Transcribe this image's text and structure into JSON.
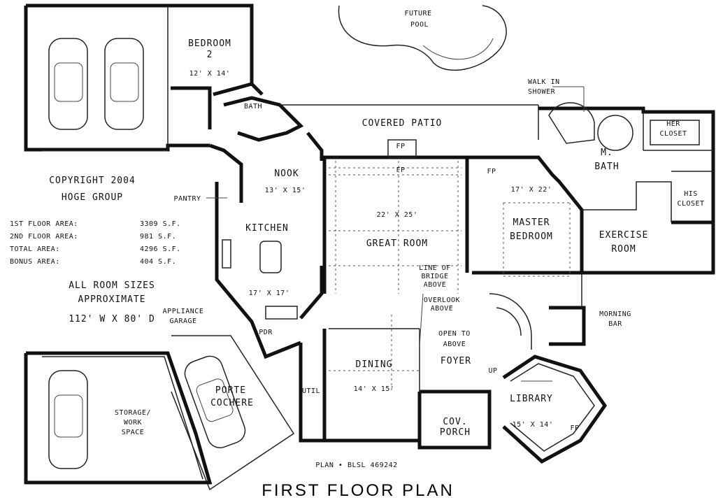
{
  "labels": {
    "future_pool_1": "FUTURE",
    "future_pool_2": "POOL",
    "bedroom2_1": "BEDROOM",
    "bedroom2_2": "2",
    "bedroom2_size": "12' X 14'",
    "bath": "BATH",
    "walk_in_1": "WALK IN",
    "walk_in_2": "SHOWER",
    "covered_patio": "COVERED PATIO",
    "fp_patio": "FP",
    "fp_great": "FP",
    "fp_master": "FP",
    "fp_library": "FP",
    "her_1": "HER",
    "her_2": "CLOSET",
    "mbath_1": "M.",
    "mbath_2": "BATH",
    "his_1": "HIS",
    "his_2": "CLOSET",
    "copyright_1": "COPYRIGHT 2004",
    "copyright_2": "HOGE GROUP",
    "nook": "NOOK",
    "nook_size": "13' X 15'",
    "pantry": "PANTRY",
    "great_room_size": "22' X 25'",
    "great_room": "GREAT ROOM",
    "master_size": "17' X 22'",
    "master_1": "MASTER",
    "master_2": "BEDROOM",
    "exercise_1": "EXERCISE",
    "exercise_2": "ROOM",
    "kitchen": "KITCHEN",
    "kitchen_size": "17' X 17'",
    "area_1_label": "1ST FLOOR AREA:",
    "area_1_value": "3309 S.F.",
    "area_2_label": "2ND FLOOR AREA:",
    "area_2_value": "981 S.F.",
    "area_3_label": "TOTAL AREA:",
    "area_3_value": "4296 S.F.",
    "area_4_label": "BONUS AREA:",
    "area_4_value": "404 S.F.",
    "line_bridge_1": "LINE OF",
    "line_bridge_2": "BRIDGE",
    "line_bridge_3": "ABOVE",
    "overlook_1": "OVERLOOK",
    "overlook_2": "ABOVE",
    "room_sizes_1": "ALL ROOM SIZES",
    "room_sizes_2": "APPROXIMATE",
    "dimensions": "112' W X 80' D",
    "appliance_1": "APPLIANCE",
    "appliance_2": "GARAGE",
    "morning_1": "MORNING",
    "morning_2": "BAR",
    "pdr": "PDR",
    "open_1": "OPEN TO",
    "open_2": "ABOVE",
    "foyer": "FOYER",
    "up": "UP",
    "dining": "DINING",
    "dining_size": "14' X 15'",
    "util": "UTIL",
    "porte_1": "PORTE",
    "porte_2": "COCHERE",
    "storage_1": "STORAGE/",
    "storage_2": "WORK",
    "storage_3": "SPACE",
    "library": "LIBRARY",
    "library_size": "15' X 14'",
    "cov_1": "COV.",
    "cov_2": "PORCH",
    "plan_id": "PLAN • BLSL 469242",
    "first_floor": "FIRST FLOOR PLAN"
  }
}
